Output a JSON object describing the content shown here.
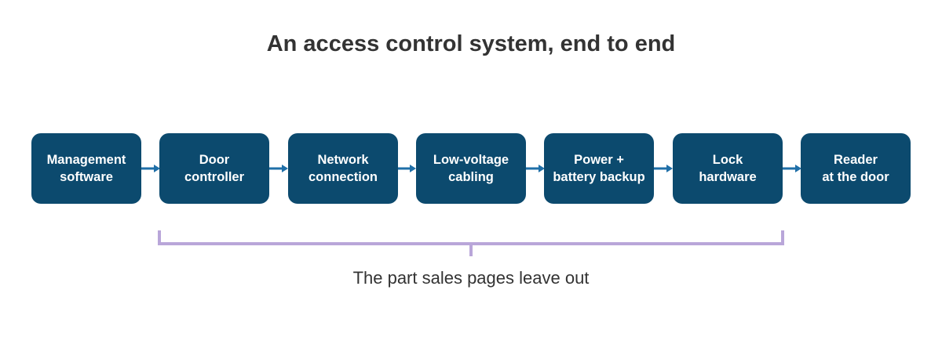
{
  "diagram": {
    "title": "An access control system, end to end",
    "steps": [
      {
        "line1": "Management",
        "line2": "software"
      },
      {
        "line1": "Door",
        "line2": "controller"
      },
      {
        "line1": "Network",
        "line2": "connection"
      },
      {
        "line1": "Low-voltage",
        "line2": "cabling"
      },
      {
        "line1": "Power +",
        "line2": "battery backup"
      },
      {
        "line1": "Lock",
        "line2": "hardware"
      },
      {
        "line1": "Reader",
        "line2": "at the door"
      }
    ],
    "bracket_caption": "The part sales pages leave out",
    "colors": {
      "node_fill": "#0c4a6e",
      "arrow": "#1f6fa8",
      "bracket": "#b9a6d9"
    }
  }
}
